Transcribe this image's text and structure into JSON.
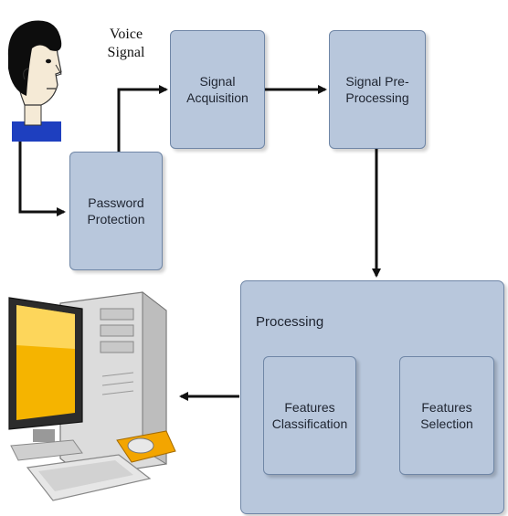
{
  "diagram": {
    "voice_label_line1": "Voice",
    "voice_label_line2": "Signal",
    "nodes": {
      "password_protection_line1": "Password",
      "password_protection_line2": "Protection",
      "signal_acquisition_line1": "Signal",
      "signal_acquisition_line2": "Acquisition",
      "signal_preprocessing_line1": "Signal Pre-",
      "signal_preprocessing_line2": "Processing",
      "processing_title": "Processing",
      "features_classification_line1": "Features",
      "features_classification_line2": "Classification",
      "features_selection_line1": "Features",
      "features_selection_line2": "Selection"
    },
    "icons": [
      "person-icon",
      "computer-icon"
    ],
    "colors": {
      "box_fill": "#b8c7dc",
      "box_border": "#6f86a6",
      "arrow": "#111111"
    }
  }
}
